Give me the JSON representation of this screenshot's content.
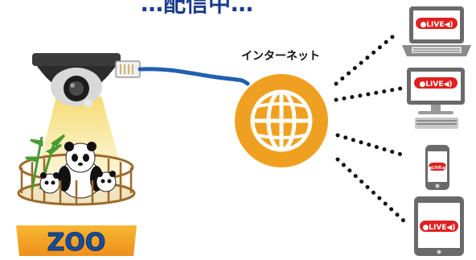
{
  "header": {
    "title_partial": "…配信中…"
  },
  "internet": {
    "label": "インターネット",
    "icon": "globe-icon",
    "color": "#f0a020"
  },
  "zoo": {
    "label": "ZOO",
    "panel_color": "#f4a020",
    "text_color": "#1a4c9c"
  },
  "devices": [
    {
      "type": "laptop",
      "badge": "●LIVE◀)"
    },
    {
      "type": "desktop-monitor",
      "badge": "●LIVE◀)"
    },
    {
      "type": "smartphone",
      "badge": "●LIVE◀)"
    },
    {
      "type": "tablet",
      "badge": "●LIVE◀)"
    }
  ],
  "colors": {
    "cable": "#2060b0",
    "live_red": "#e02020",
    "title_blue": "#1a3c8c"
  }
}
